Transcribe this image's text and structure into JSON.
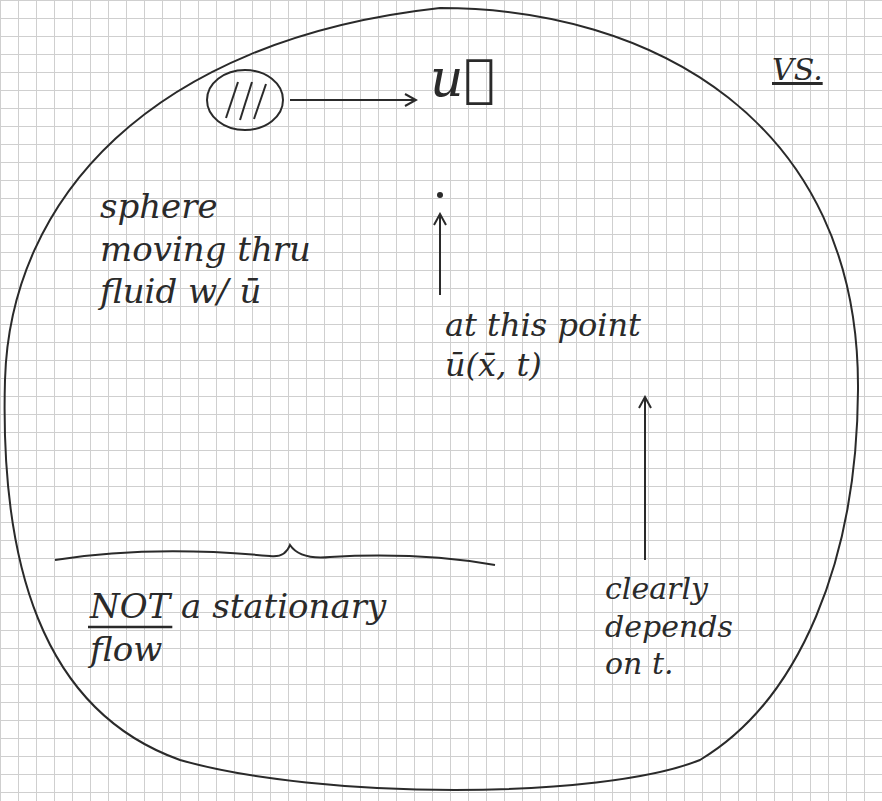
{
  "diagram": {
    "nodes": [
      {
        "text": [
          "u⃗",
          "sphere moving thru fluid w/ ū",
          "at this point ū(x̄, t)",
          "NOT a stationary flow",
          "clearly depends on t."
        ]
      }
    ],
    "labels": [
      "VS."
    ]
  }
}
